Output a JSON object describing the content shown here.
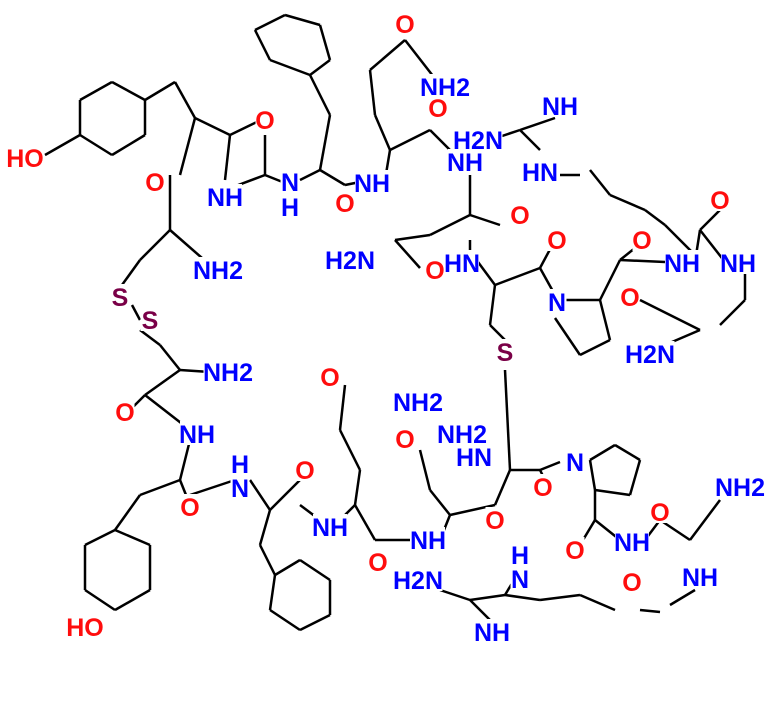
{
  "title": "Cyclic dimeric peptide structure",
  "colors": {
    "O": "#ff0d0d",
    "N": "#0000ff",
    "S": "#7a0047",
    "bond": "#000000"
  },
  "atom_labels": [
    {
      "text": "HO",
      "el": "O"
    },
    {
      "text": "O",
      "el": "O"
    },
    {
      "text": "NH",
      "el": "N"
    },
    {
      "text": "O",
      "el": "O"
    },
    {
      "text": "N",
      "el": "N"
    },
    {
      "text": "H",
      "el": "N"
    },
    {
      "text": "O",
      "el": "O"
    },
    {
      "text": "NH",
      "el": "N"
    },
    {
      "text": "O",
      "el": "O"
    },
    {
      "text": "NH2",
      "el": "N"
    },
    {
      "text": "O",
      "el": "O"
    },
    {
      "text": "NH",
      "el": "N"
    },
    {
      "text": "H2N",
      "el": "N"
    },
    {
      "text": "NH",
      "el": "N"
    },
    {
      "text": "HN",
      "el": "N"
    },
    {
      "text": "O",
      "el": "O"
    },
    {
      "text": "O",
      "el": "O"
    },
    {
      "text": "N",
      "el": "N"
    },
    {
      "text": "O",
      "el": "O"
    },
    {
      "text": "NH",
      "el": "N"
    },
    {
      "text": "O",
      "el": "O"
    },
    {
      "text": "NH",
      "el": "N"
    },
    {
      "text": "O",
      "el": "O"
    },
    {
      "text": "H2N",
      "el": "N"
    },
    {
      "text": "H2N",
      "el": "N"
    },
    {
      "text": "O",
      "el": "O"
    },
    {
      "text": "HN",
      "el": "N"
    },
    {
      "text": "S",
      "el": "S"
    },
    {
      "text": "S",
      "el": "S"
    },
    {
      "text": "NH2",
      "el": "N"
    },
    {
      "text": "NH2",
      "el": "N"
    },
    {
      "text": "O",
      "el": "O"
    },
    {
      "text": "NH",
      "el": "N"
    },
    {
      "text": "O",
      "el": "O"
    },
    {
      "text": "NH2",
      "el": "N"
    },
    {
      "text": "O",
      "el": "O"
    },
    {
      "text": "NH2",
      "el": "N"
    },
    {
      "text": "HN",
      "el": "N"
    },
    {
      "text": "S",
      "el": "S"
    },
    {
      "text": "N",
      "el": "N"
    },
    {
      "text": "O",
      "el": "O"
    },
    {
      "text": "H",
      "el": "N"
    },
    {
      "text": "N",
      "el": "N"
    },
    {
      "text": "O",
      "el": "O"
    },
    {
      "text": "O",
      "el": "O"
    },
    {
      "text": "NH",
      "el": "N"
    },
    {
      "text": "O",
      "el": "O"
    },
    {
      "text": "NH",
      "el": "N"
    },
    {
      "text": "O",
      "el": "O"
    },
    {
      "text": "H2N",
      "el": "N"
    },
    {
      "text": "H",
      "el": "N"
    },
    {
      "text": "N",
      "el": "N"
    },
    {
      "text": "NH",
      "el": "N"
    },
    {
      "text": "HO",
      "el": "O"
    },
    {
      "text": "O",
      "el": "O"
    },
    {
      "text": "NH",
      "el": "N"
    },
    {
      "text": "O",
      "el": "O"
    },
    {
      "text": "NH",
      "el": "N"
    },
    {
      "text": "NH2",
      "el": "N"
    },
    {
      "text": "O",
      "el": "O"
    }
  ]
}
